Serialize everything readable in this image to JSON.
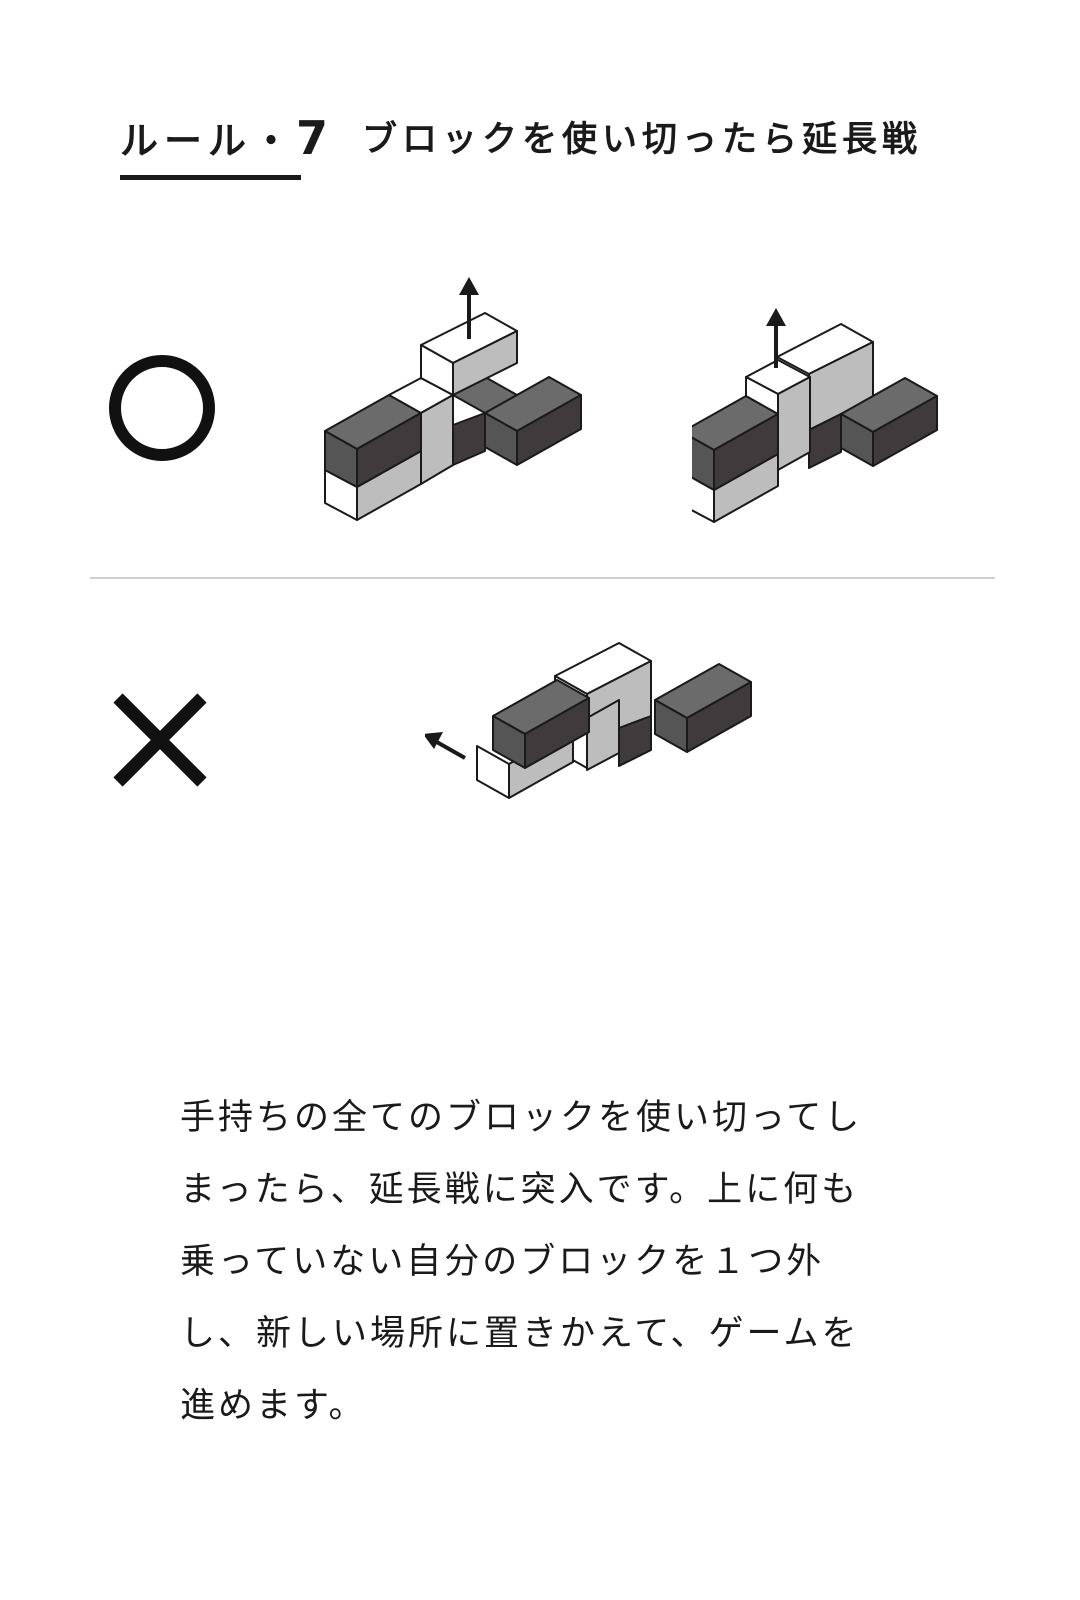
{
  "header": {
    "rule_label": "ルール・",
    "rule_number": "7",
    "title": "ブロックを使い切ったら延長戦"
  },
  "examples": {
    "correct_icon": "circle-mark-icon",
    "wrong_icon": "cross-mark-icon"
  },
  "colors": {
    "text": "#1a1a1a",
    "block_dark": "#3f3b3c",
    "block_mid": "#6b6b6b",
    "block_light": "#bdbdbd",
    "block_white": "#ffffff",
    "divider": "#cfcfcf"
  },
  "body": {
    "lines": [
      "手持ちの全てのブロックを使い切ってし",
      "まったら、延長戦に突入です。上に何も",
      "乗っていない自分のブロックを１つ外",
      "し、新しい場所に置きかえて、ゲームを",
      "進めます。"
    ]
  }
}
